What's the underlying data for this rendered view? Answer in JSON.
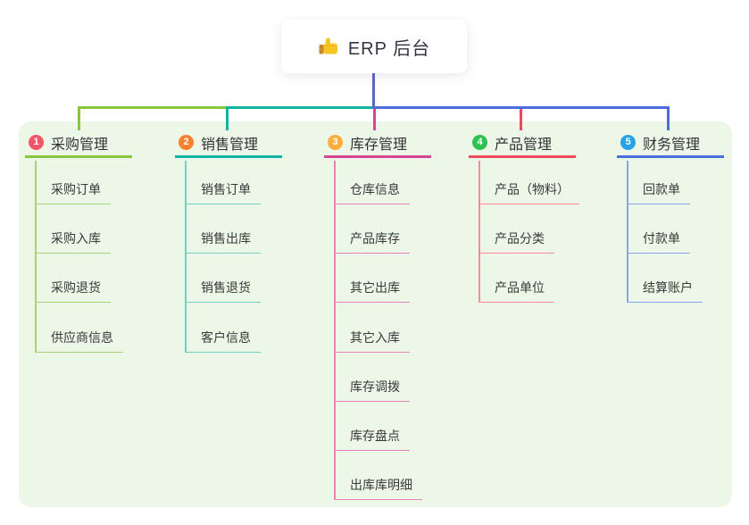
{
  "root": {
    "title": "ERP 后台",
    "icon": "thumbs-up-icon",
    "icon_colors": {
      "hand": "#f7c325",
      "cuff": "#c8882f"
    }
  },
  "colors": {
    "stem": "#5b68c0",
    "panel_background": "#ecf7e8",
    "root_text": "#2f3640",
    "node_text": "#333333",
    "child_text": "#3a3a3a"
  },
  "branches": [
    {
      "badge": "1",
      "label": "采购管理",
      "color": "#89c540",
      "child_color": "#a9d37b",
      "badge_color": "#f4566a",
      "children": [
        "采购订单",
        "采购入库",
        "采购退货",
        "供应商信息"
      ]
    },
    {
      "badge": "2",
      "label": "销售管理",
      "color": "#12b3a5",
      "child_color": "#72cfc4",
      "badge_color": "#f8812f",
      "children": [
        "销售订单",
        "销售出库",
        "销售退货",
        "客户信息"
      ]
    },
    {
      "badge": "3",
      "label": "库存管理",
      "color": "#d6478f",
      "child_color": "#e783b7",
      "badge_color": "#fbae3c",
      "children": [
        "仓库信息",
        "产品库存",
        "其它出库",
        "其它入库",
        "库存调拨",
        "库存盘点",
        "出库库明细"
      ]
    },
    {
      "badge": "4",
      "label": "产品管理",
      "color": "#f0485e",
      "child_color": "#f78b97",
      "badge_color": "#2fc153",
      "children": [
        "产品（物料）",
        "产品分类",
        "产品单位"
      ]
    },
    {
      "badge": "5",
      "label": "财务管理",
      "color": "#4a6edb",
      "child_color": "#8ba4e9",
      "badge_color": "#29a3e8",
      "children": [
        "回款单",
        "付款单",
        "结算账户"
      ]
    }
  ]
}
